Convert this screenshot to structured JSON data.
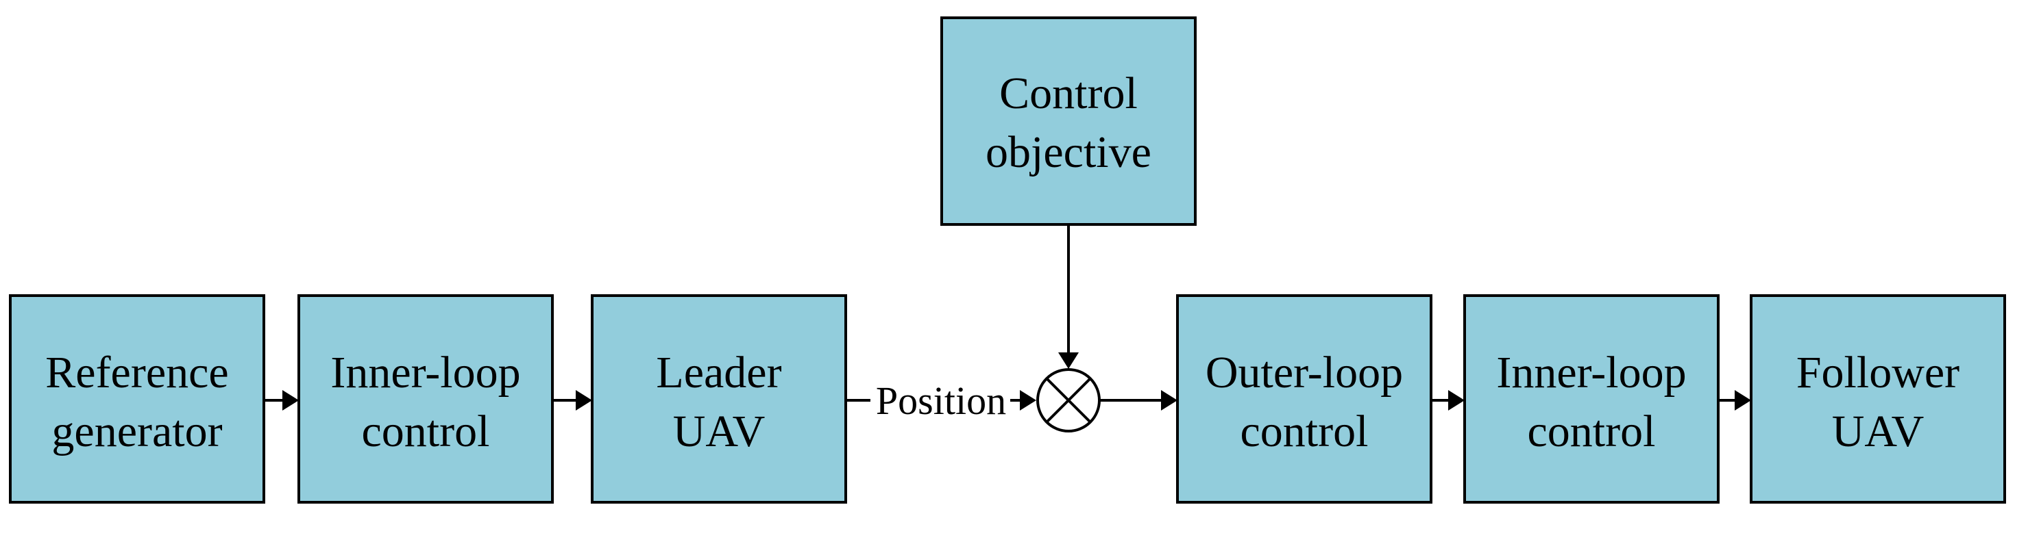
{
  "colors": {
    "block_fill": "#92CDDC",
    "stroke": "#000000",
    "background": "#FFFFFF"
  },
  "blocks": {
    "reference_generator": {
      "line1": "Reference",
      "line2": "generator"
    },
    "leader_inner_loop": {
      "line1": "Inner-loop",
      "line2": "control"
    },
    "leader_uav": {
      "line1": "Leader",
      "line2": "UAV"
    },
    "control_objective": {
      "line1": "Control",
      "line2": "objective"
    },
    "outer_loop": {
      "line1": "Outer-loop",
      "line2": "control"
    },
    "follower_inner_loop": {
      "line1": "Inner-loop",
      "line2": "control"
    },
    "follower_uav": {
      "line1": "Follower",
      "line2": "UAV"
    }
  },
  "signals": {
    "position": "Position"
  },
  "junction": {
    "icon": "summing-junction-cross-icon"
  }
}
